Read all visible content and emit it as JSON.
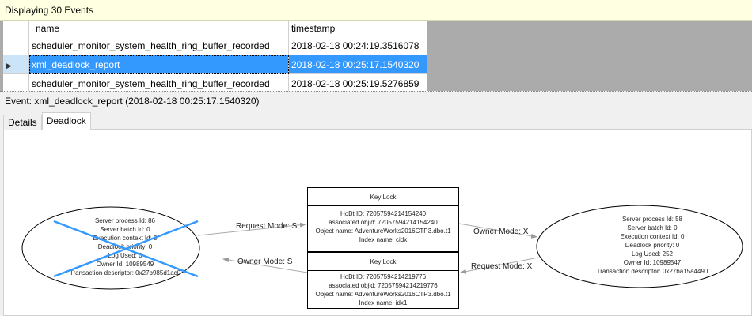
{
  "header": {
    "title": "Displaying 30 Events"
  },
  "grid": {
    "columns": [
      "name",
      "timestamp"
    ],
    "rows": [
      {
        "name": "scheduler_monitor_system_health_ring_buffer_recorded",
        "timestamp": "2018-02-18 00:24:19.3516078"
      },
      {
        "name": "xml_deadlock_report",
        "timestamp": "2018-02-18 00:25:17.1540320",
        "selected": true
      },
      {
        "name": "scheduler_monitor_system_health_ring_buffer_recorded",
        "timestamp": "2018-02-18 00:25:19.5276859"
      }
    ]
  },
  "event_label": "Event: xml_deadlock_report (2018-02-18 00:25:17.1540320)",
  "tabs": [
    "Details",
    "Deadlock"
  ],
  "active_tab": "Deadlock",
  "deadlock": {
    "victim": {
      "lines": [
        "Server process Id: 86",
        "Server batch Id: 0",
        "Execution context Id: 0",
        "Deadlock priority: 0",
        "Log Used: 0",
        "Owner Id: 10989549",
        "Transaction descriptor: 0x27b985d1ac0"
      ]
    },
    "process": {
      "lines": [
        "Server process Id: 58",
        "Server batch Id: 0",
        "Execution context Id: 0",
        "Deadlock priority: 0",
        "Log Used: 252",
        "Owner Id: 10989547",
        "Transaction descriptor: 0x27ba15a4490"
      ]
    },
    "locks": [
      {
        "title": "Key Lock",
        "lines": [
          "HoBt ID: 72057594214154240",
          "associated objid: 72057594214154240",
          "Object name: AdventureWorks2016CTP3.dbo.t1",
          "Index name: cidx"
        ]
      },
      {
        "title": "Key Lock",
        "lines": [
          "HoBt ID: 72057594214219776",
          "associated objid: 72057594214219776",
          "Object name: AdventureWorks2016CTP3.dbo.t1",
          "Index name: idx1"
        ]
      }
    ],
    "edges": [
      "Request Mode: S",
      "Owner Mode: X",
      "Request Mode: X",
      "Owner Mode: S"
    ],
    "victim_color": "#3399ff"
  }
}
